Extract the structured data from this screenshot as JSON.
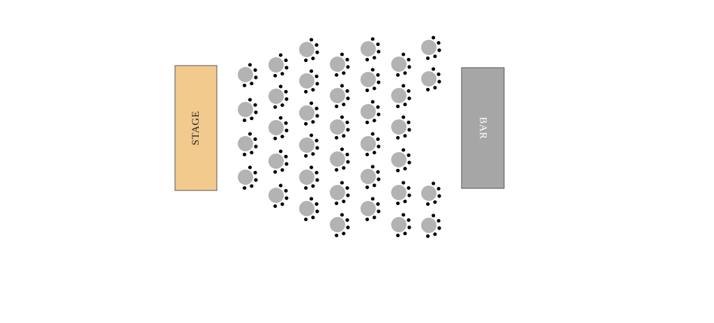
{
  "stage": {
    "label": "STAGE",
    "fill": "#f2ca8e",
    "stroke": "#555555",
    "text_color": "#222222"
  },
  "bar": {
    "label": "BAR",
    "fill": "#a6a6a6",
    "stroke": "#555555",
    "text_color": "#ffffff"
  },
  "tables": {
    "table_color": "#b3b3b3",
    "chair_color": "#000000",
    "columns": [
      {
        "table_count": 4
      },
      {
        "table_count": 5
      },
      {
        "table_count": 6
      },
      {
        "table_count": 6
      },
      {
        "table_count": 6
      },
      {
        "table_count": 6
      },
      {
        "table_count": 4
      }
    ]
  }
}
